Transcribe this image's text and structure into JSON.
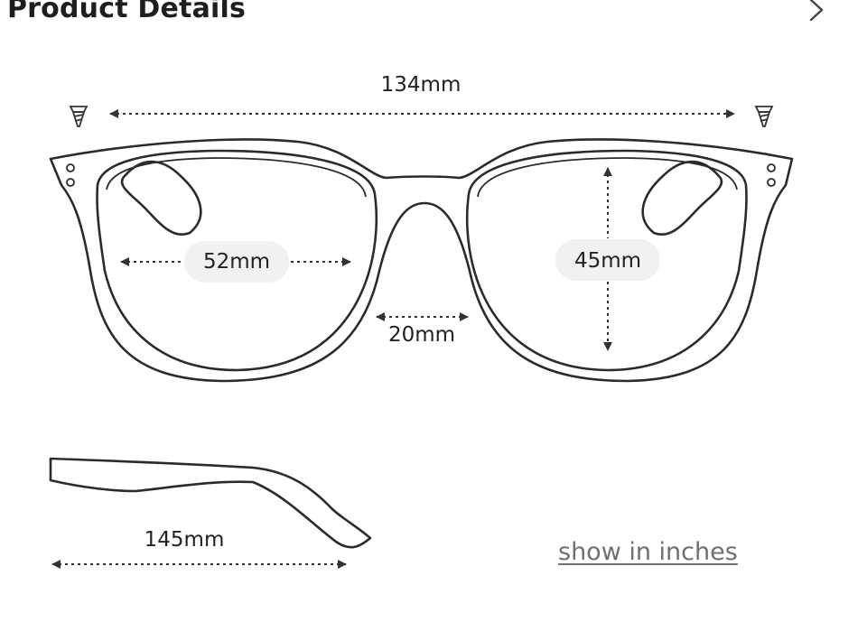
{
  "header": {
    "title": "Product Details"
  },
  "measurements": {
    "frame_width": "134mm",
    "lens_width": "52mm",
    "bridge": "20mm",
    "lens_height": "45mm",
    "temple_length": "145mm"
  },
  "actions": {
    "unit_toggle": "show in inches"
  },
  "icons": {
    "next": "chevron-right-icon",
    "screw": "screw-icon"
  },
  "colors": {
    "text": "#1e1e1e",
    "line": "#2b2b2b",
    "link": "#6f6f6f",
    "pill": "#f1f1f1"
  }
}
